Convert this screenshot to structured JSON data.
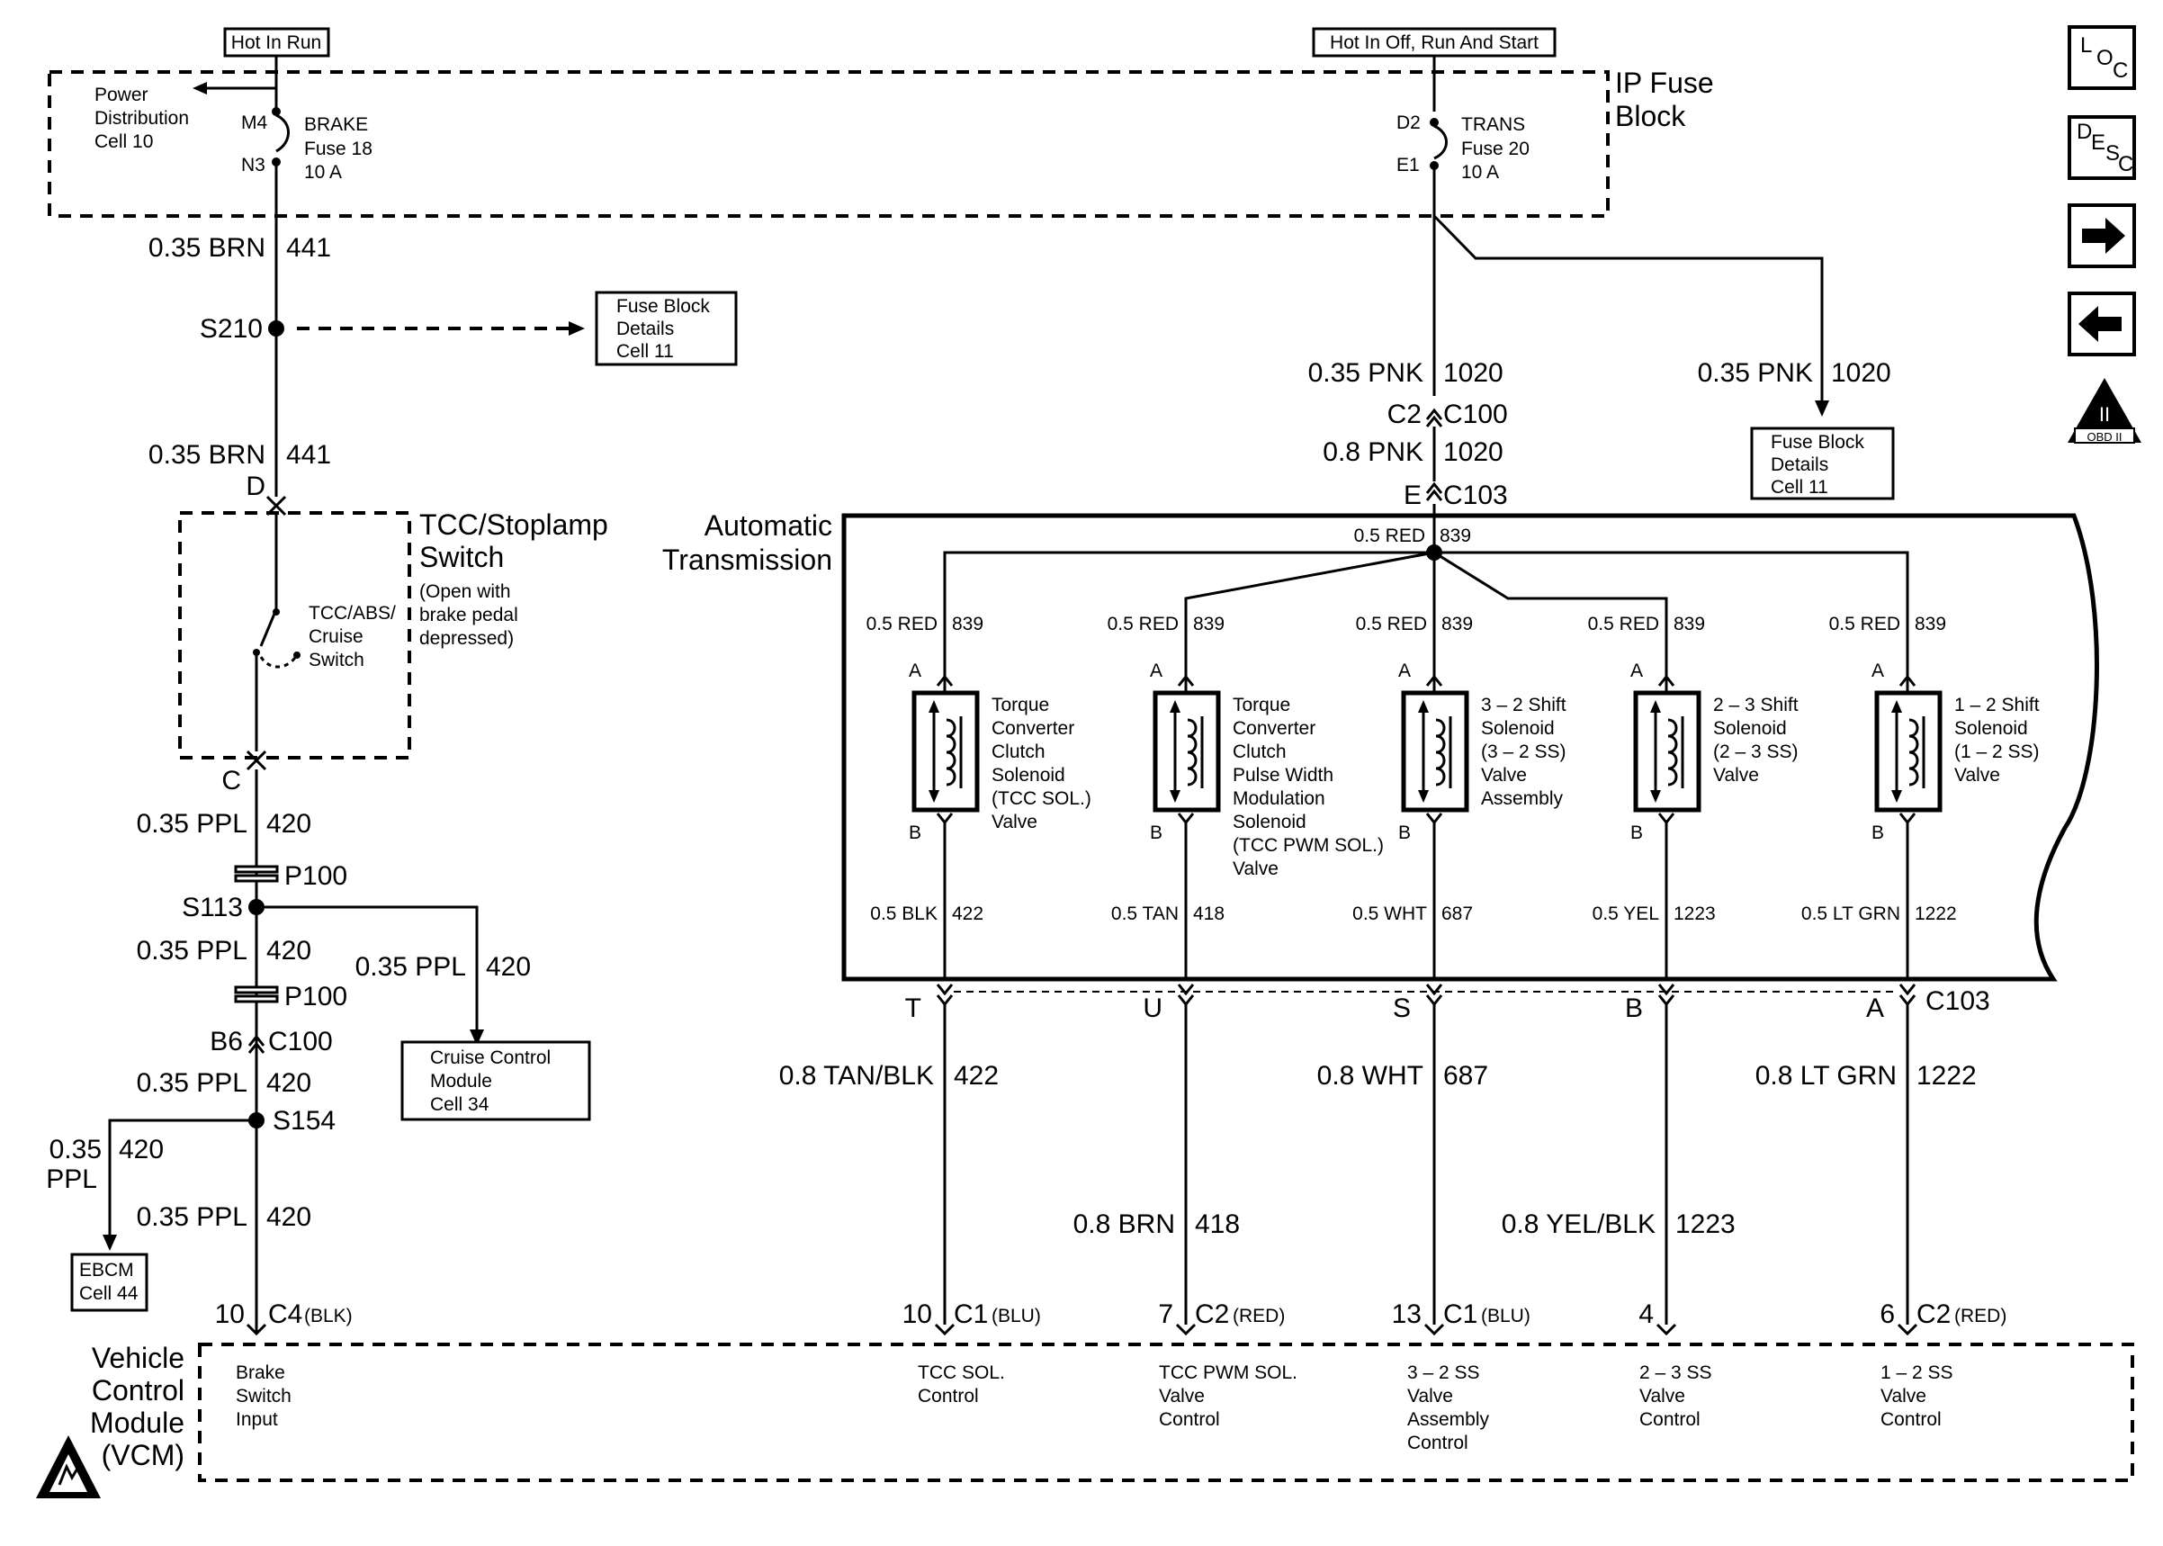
{
  "top": {
    "hot_run": "Hot In Run",
    "hot_all": "Hot In Off, Run And Start",
    "ip_fuse_block": [
      "IP Fuse",
      "Block"
    ],
    "power_dist": [
      "Power",
      "Distribution",
      "Cell 10"
    ],
    "brake_fuse": {
      "name": "BRAKE",
      "fuse": "Fuse 18",
      "amps": "10 A",
      "pin_in": "M4",
      "pin_out": "N3"
    },
    "trans_fuse": {
      "name": "TRANS",
      "fuse": "Fuse 20",
      "amps": "10 A",
      "pin_in": "D2",
      "pin_out": "E1"
    }
  },
  "left": {
    "w_brn_1": [
      "0.35 BRN",
      "441"
    ],
    "splice_s210": "S210",
    "fuse_details_1": [
      "Fuse Block",
      "Details",
      "Cell 11"
    ],
    "w_brn_2": [
      "0.35 BRN",
      "441"
    ],
    "pin_d": "D",
    "switch_title": [
      "TCC/Stoplamp",
      "Switch"
    ],
    "switch_note": [
      "(Open with",
      "brake pedal",
      "depressed)"
    ],
    "switch_inner": [
      "TCC/ABS/",
      "Cruise",
      "Switch"
    ],
    "pin_c": "C",
    "w_ppl_1": [
      "0.35 PPL",
      "420"
    ],
    "p100_a": "P100",
    "splice_s113": "S113",
    "w_ppl_2": [
      "0.35 PPL",
      "420"
    ],
    "w_ppl_branch": [
      "0.35 PPL",
      "420"
    ],
    "p100_b": "P100",
    "conn_b6": [
      "B6",
      "C100"
    ],
    "cruise_box": [
      "Cruise Control",
      "Module",
      "Cell 34"
    ],
    "w_ppl_3": [
      "0.35 PPL",
      "420"
    ],
    "splice_s154": "S154",
    "w_ppl_ebcm": [
      "0.35",
      "420",
      "PPL"
    ],
    "ebcm_box": [
      "EBCM",
      "Cell 44"
    ],
    "w_ppl_4": [
      "0.35 PPL",
      "420"
    ],
    "vcm_pin": [
      "10",
      "C4",
      "(BLK)"
    ]
  },
  "center": {
    "w_pnk_1": [
      "0.35 PNK",
      "1020"
    ],
    "c100": [
      "C2",
      "C100"
    ],
    "w_pnk_2": [
      "0.8 PNK",
      "1020"
    ],
    "c103": [
      "E",
      "C103"
    ],
    "w_pnk_right": [
      "0.35 PNK",
      "1020"
    ],
    "fuse_details_2": [
      "Fuse Block",
      "Details",
      "Cell 11"
    ],
    "trans_label": [
      "Automatic",
      "Transmission"
    ],
    "feed": [
      "0.5 RED",
      "839"
    ]
  },
  "solenoids": [
    {
      "wire_in": [
        "0.5 RED",
        "839"
      ],
      "pin_a": "A",
      "pin_b": "B",
      "name": [
        "Torque",
        "Converter",
        "Clutch",
        "Solenoid",
        "(TCC SOL.)",
        "Valve"
      ],
      "wire_out": [
        "0.5 BLK",
        "422"
      ],
      "c103_pin": "T",
      "harness": [
        "0.8 TAN/BLK",
        "422"
      ],
      "vcm_pin": [
        "10",
        "C1",
        "(BLU)"
      ],
      "vcm_func": [
        "TCC SOL.",
        "Control"
      ]
    },
    {
      "wire_in": [
        "0.5 RED",
        "839"
      ],
      "pin_a": "A",
      "pin_b": "B",
      "name": [
        "Torque",
        "Converter",
        "Clutch",
        "Pulse Width",
        "Modulation",
        "Solenoid",
        "(TCC PWM SOL.)",
        "Valve"
      ],
      "wire_out": [
        "0.5 TAN",
        "418"
      ],
      "c103_pin": "U",
      "harness": [
        "0.8 BRN",
        "418"
      ],
      "vcm_pin": [
        "7",
        "C2",
        "(RED)"
      ],
      "vcm_func": [
        "TCC PWM SOL.",
        "Valve",
        "Control"
      ]
    },
    {
      "wire_in": [
        "0.5 RED",
        "839"
      ],
      "pin_a": "A",
      "pin_b": "B",
      "name": [
        "3 – 2 Shift",
        "Solenoid",
        "(3 – 2 SS)",
        "Valve",
        "Assembly"
      ],
      "wire_out": [
        "0.5 WHT",
        "687"
      ],
      "c103_pin": "S",
      "harness": [
        "0.8 WHT",
        "687"
      ],
      "vcm_pin": [
        "13",
        "C1",
        "(BLU)"
      ],
      "vcm_func": [
        "3 – 2 SS",
        "Valve",
        "Assembly",
        "Control"
      ]
    },
    {
      "wire_in": [
        "0.5 RED",
        "839"
      ],
      "pin_a": "A",
      "pin_b": "B",
      "name": [
        "2 – 3 Shift",
        "Solenoid",
        "(2 – 3 SS)",
        "Valve"
      ],
      "wire_out": [
        "0.5 YEL",
        "1223"
      ],
      "c103_pin": "B",
      "harness": [
        "0.8 YEL/BLK",
        "1223"
      ],
      "vcm_pin": [
        "4",
        "",
        ""
      ],
      "vcm_func": [
        "2 – 3 SS",
        "Valve",
        "Control"
      ]
    },
    {
      "wire_in": [
        "0.5 RED",
        "839"
      ],
      "pin_a": "A",
      "pin_b": "B",
      "name": [
        "1 – 2 Shift",
        "Solenoid",
        "(1 – 2 SS)",
        "Valve"
      ],
      "wire_out": [
        "0.5 LT GRN",
        "1222"
      ],
      "c103_pin": "A",
      "harness": [
        "0.8 LT GRN",
        "1222"
      ],
      "vcm_pin": [
        "6",
        "C2",
        "(RED)"
      ],
      "vcm_func": [
        "1 – 2 SS",
        "Valve",
        "Control"
      ]
    }
  ],
  "c103_end": "C103",
  "vcm": {
    "label": [
      "Vehicle",
      "Control",
      "Module",
      "(VCM)"
    ],
    "brake_input": [
      "Brake",
      "Switch",
      "Input"
    ]
  },
  "side_buttons": {
    "loc": [
      "L",
      "O",
      "C"
    ],
    "desc": [
      "D",
      "E",
      "S",
      "C"
    ],
    "obd": "OBD II",
    "obd_numeral": "II"
  },
  "icons": [
    "loc-icon",
    "desc-icon",
    "arrow-right-icon",
    "arrow-left-icon",
    "obd-ii-icon",
    "esd-warning-icon"
  ]
}
